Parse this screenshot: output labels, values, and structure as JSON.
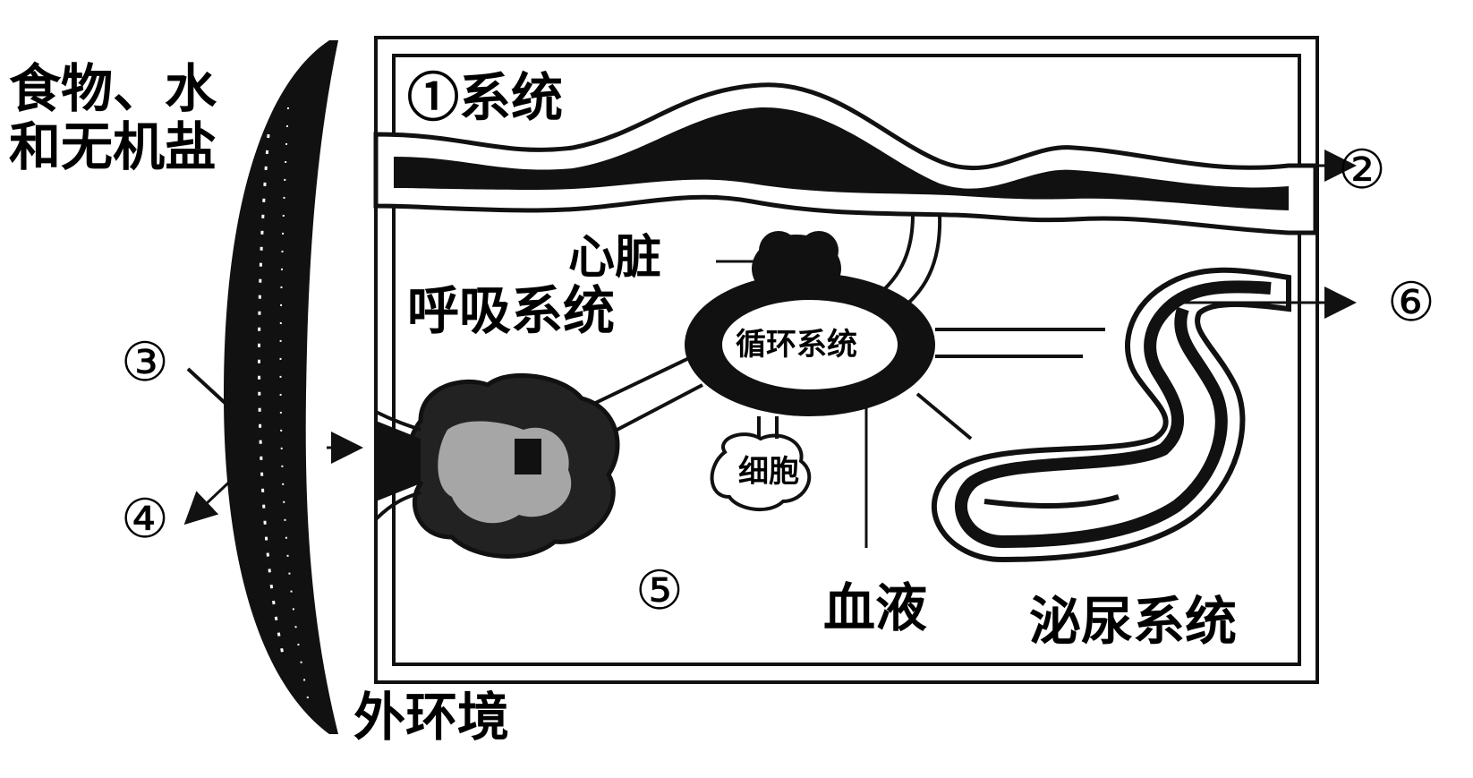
{
  "labels": {
    "food": "食物、水",
    "salts": "和无机盐",
    "system1": "①系统",
    "out2": "②",
    "heart": "心脏",
    "resp": "呼吸系统",
    "circ": "循环系统",
    "cell": "细胞",
    "n3": "③",
    "n4": "④",
    "n5": "⑤",
    "n6": "⑥",
    "blood": "血液",
    "urinary": "泌尿系统",
    "outside": "外环境"
  }
}
